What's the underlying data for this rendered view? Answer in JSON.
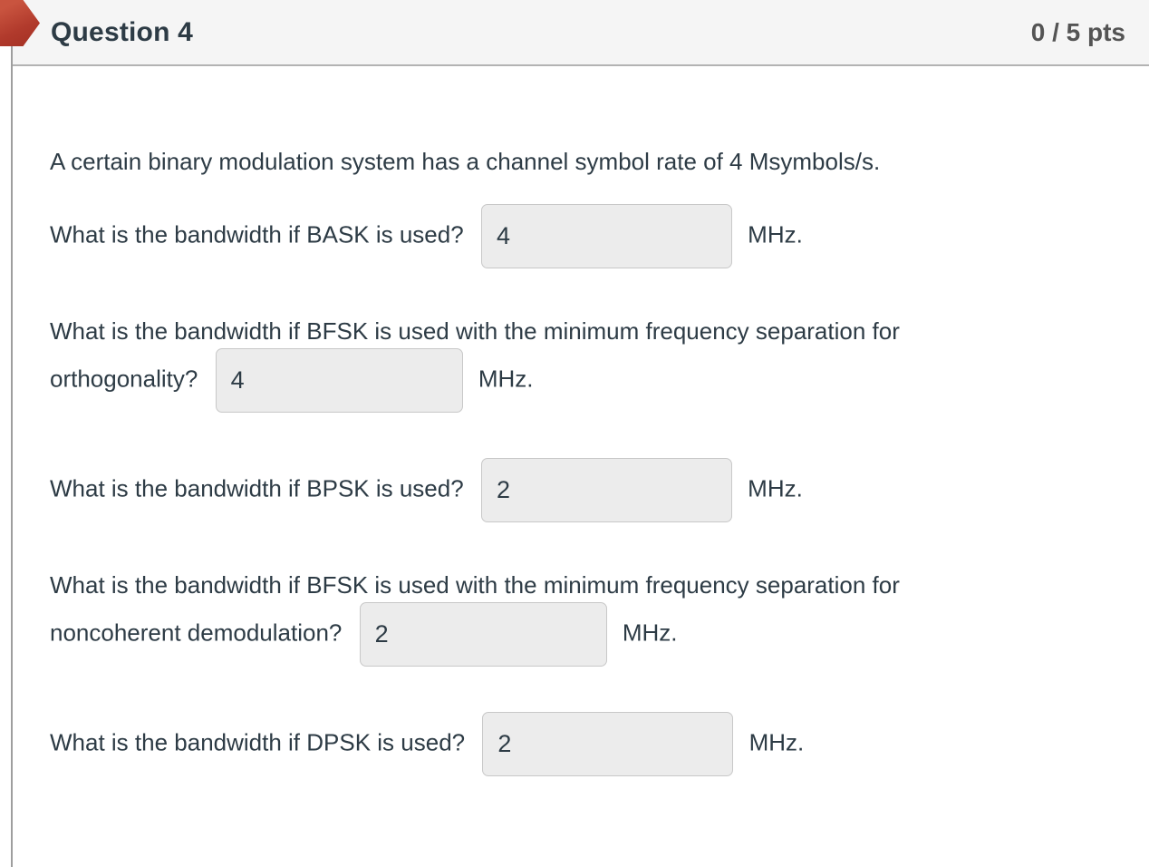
{
  "header": {
    "title": "Question 4",
    "points": "0 / 5 pts"
  },
  "icons": {
    "flag": "question-flag-icon"
  },
  "colors": {
    "header_bg": "#f5f5f5",
    "header_border": "#b3b3b3",
    "panel_border": "#9e9e9e",
    "body_text": "#2d3b45",
    "points_text": "#545454",
    "flag_red": "#b13a2c",
    "input_bg": "#ececec",
    "input_border": "#c8c8c8"
  },
  "question": {
    "intro": "A certain binary modulation system has a channel symbol rate of 4 Msymbols/s.",
    "unit": "MHz.",
    "parts": [
      {
        "id": "bask",
        "line1": "What is the bandwidth if BASK is used?",
        "line2": "",
        "answer": "4"
      },
      {
        "id": "bfsk-orthogonality",
        "line1": "What is the bandwidth if BFSK is used with the minimum frequency separation for",
        "line2": "orthogonality?",
        "answer": "4"
      },
      {
        "id": "bpsk",
        "line1": "What is the bandwidth if BPSK is used?",
        "line2": "",
        "answer": "2"
      },
      {
        "id": "bfsk-noncoherent",
        "line1": "What is the bandwidth if BFSK is used with the minimum frequency separation for",
        "line2": "noncoherent demodulation?",
        "answer": "2"
      },
      {
        "id": "dpsk",
        "line1": "What is the bandwidth if DPSK is used?",
        "line2": "",
        "answer": "2"
      }
    ]
  }
}
